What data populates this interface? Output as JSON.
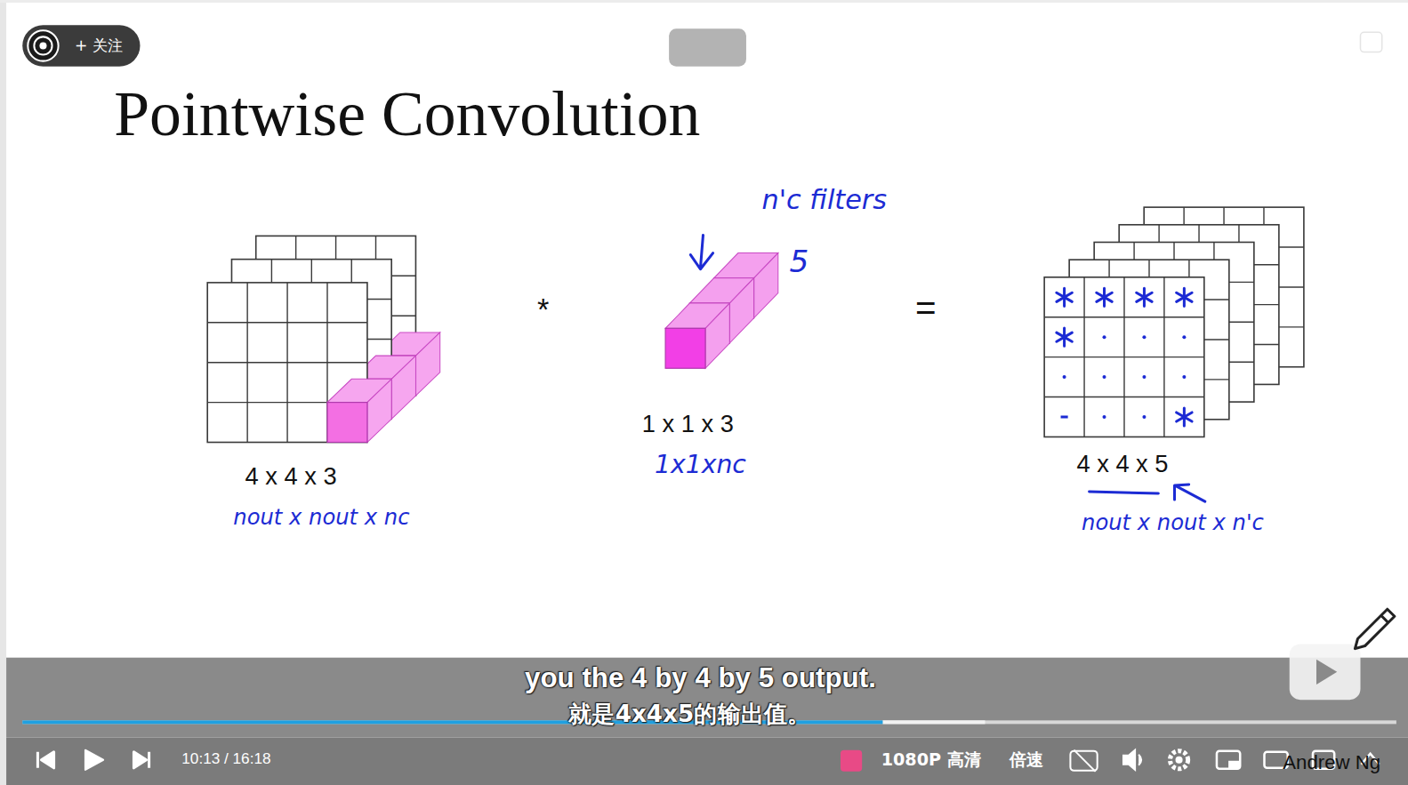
{
  "diagram": {
    "title": "Pointwise Convolution",
    "labels": [
      "+ 关注",
      "4 x 4 x 3",
      "nout x nout x nc",
      "*",
      "n'c filters",
      "5",
      "1 x 1 x 3",
      "1x1xnc",
      "=",
      "4 x 4 x 5",
      "nout x nout x n'c",
      "you the 4 by 4 by 5 output.",
      "就是4x4x5的输出值。",
      "10:13 / 16:18",
      "1080P 高清",
      "倍速",
      "Andrew Ng"
    ]
  }
}
